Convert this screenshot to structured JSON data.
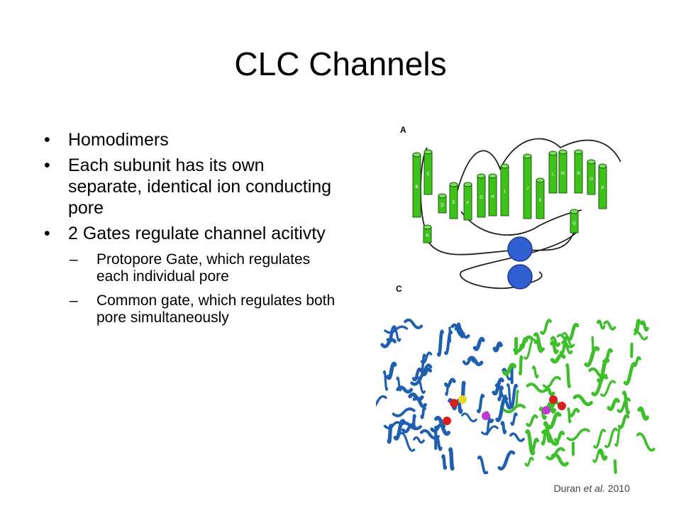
{
  "slide": {
    "title": "CLC Channels",
    "bullets": [
      "Homodimers",
      "Each subunit has its own separate, identical ion conducting pore",
      "2 Gates regulate channel acitivty"
    ],
    "sub_bullets": [
      "Protopore Gate, which regulates each individual pore",
      "Common gate, which regulates both pore simultaneously"
    ],
    "bullet_glyph": "•",
    "sub_glyph": "–"
  },
  "figure": {
    "panel_a_label": "A",
    "panel_c_label": "C",
    "helix_letters": [
      "B",
      "C",
      "D",
      "E",
      "F",
      "G",
      "H",
      "I",
      "J",
      "K",
      "L",
      "M",
      "N",
      "O",
      "P",
      "Q",
      "R"
    ],
    "colors": {
      "helix": "#3ec21a",
      "ion": "#2f5fd0",
      "chain_a": "#1f5fb0",
      "chain_b": "#3cbf2a"
    }
  },
  "citation": {
    "author": "Duran",
    "etal": "et al.",
    "year": "2010"
  }
}
